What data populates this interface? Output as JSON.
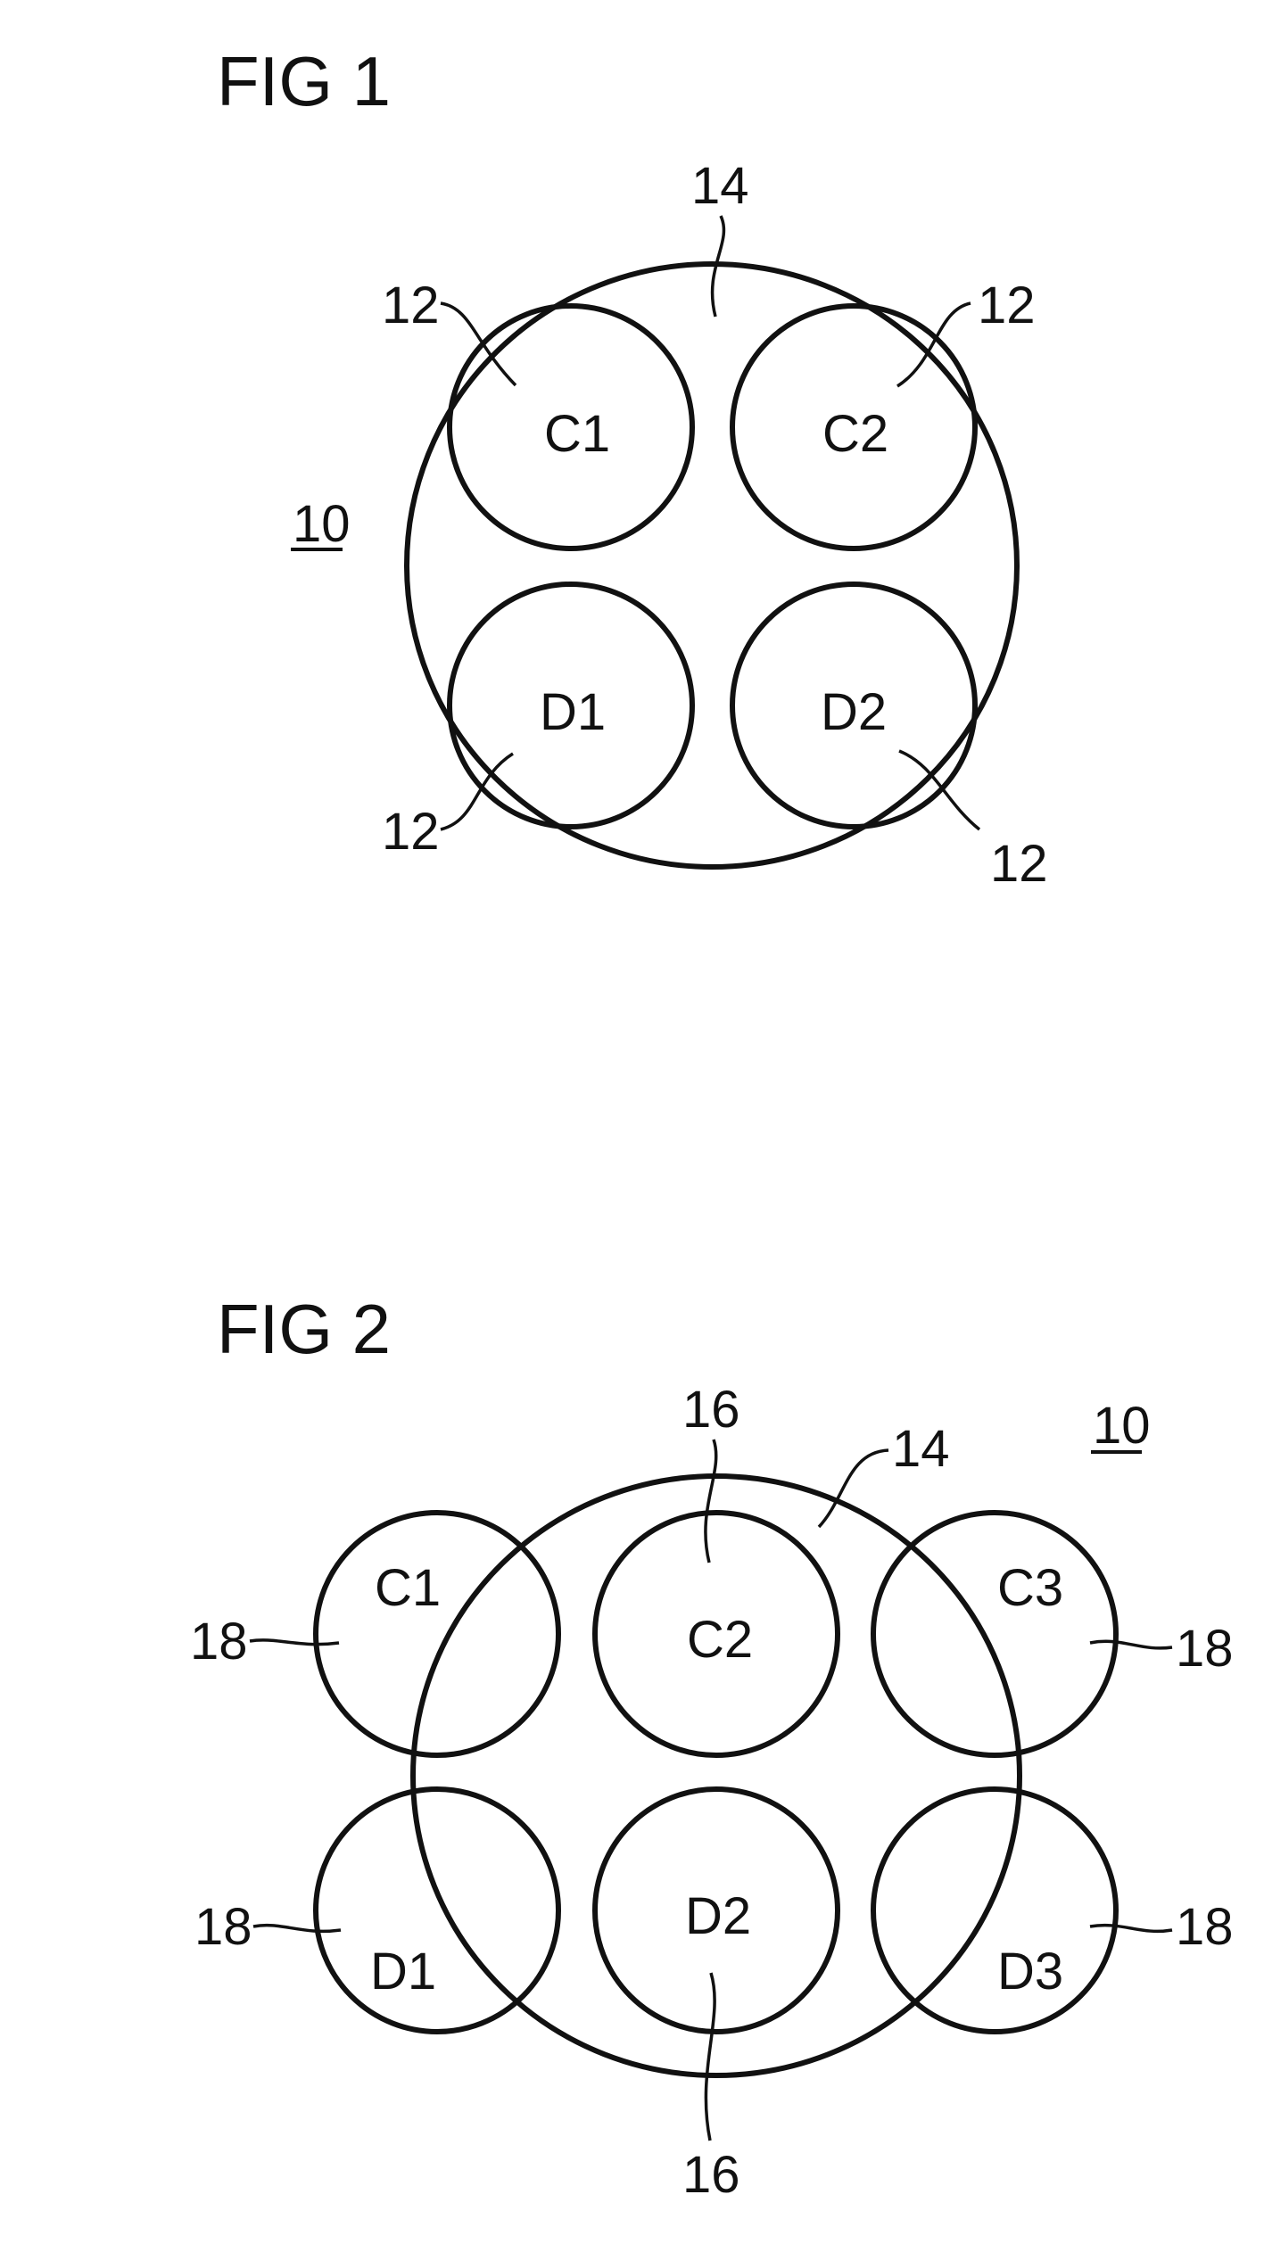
{
  "fig1": {
    "title": "FIG 1",
    "ref_device": "10",
    "ref_region": "14",
    "ref_cell": "12",
    "cells": {
      "c1": "C1",
      "c2": "C2",
      "d1": "D1",
      "d2": "D2"
    }
  },
  "fig2": {
    "title": "FIG 2",
    "ref_device": "10",
    "ref_region": "14",
    "ref_inner": "16",
    "ref_outer": "18",
    "cells": {
      "c1": "C1",
      "c2": "C2",
      "c3": "C3",
      "d1": "D1",
      "d2": "D2",
      "d3": "D3"
    }
  }
}
